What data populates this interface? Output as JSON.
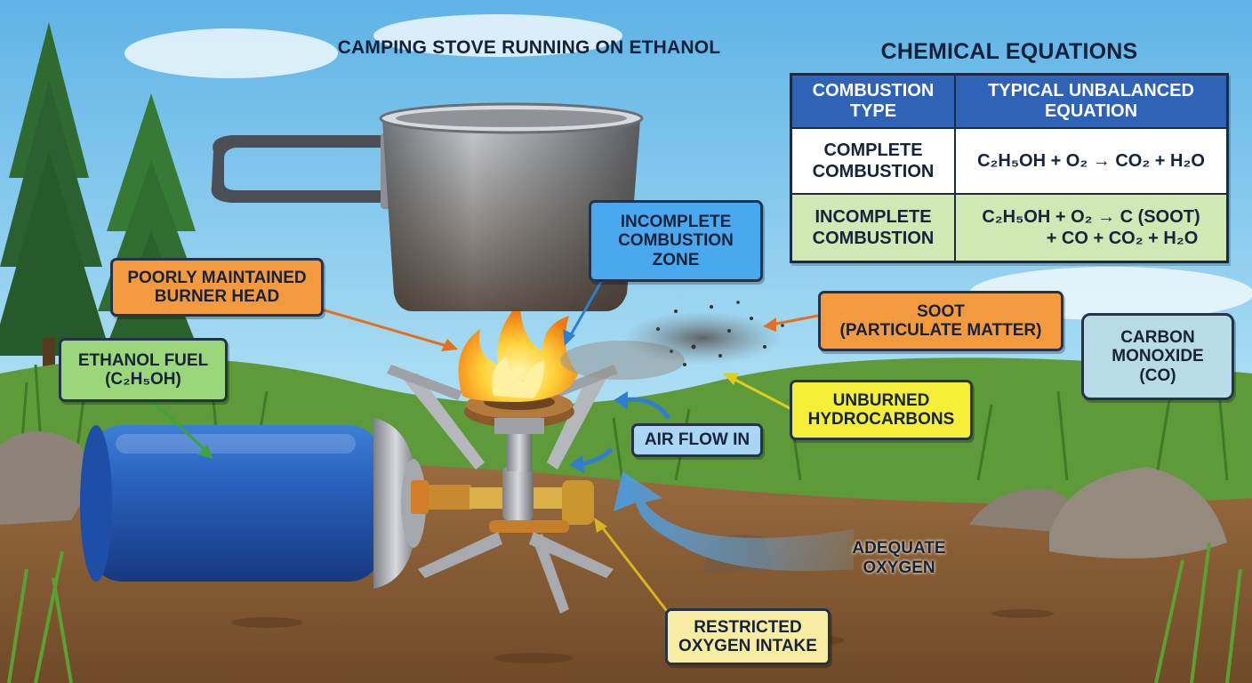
{
  "title": "CAMPING STOVE RUNNING ON ETHANOL",
  "equations_title": "CHEMICAL EQUATIONS",
  "table": {
    "headers": [
      "COMBUSTION TYPE",
      "TYPICAL UNBALANCED EQUATION"
    ],
    "rows": [
      {
        "type": [
          "COMPLETE",
          "COMBUSTION"
        ],
        "equation": [
          "C₂H₅OH + O₂ → CO₂ + H₂O"
        ]
      },
      {
        "type": [
          "INCOMPLETE",
          "COMBUSTION"
        ],
        "equation": [
          "C₂H₅OH + O₂ → C (SOOT)",
          "+ CO + CO₂ + H₂O"
        ]
      }
    ]
  },
  "labels": {
    "burner": [
      "POORLY MAINTAINED",
      "BURNER HEAD"
    ],
    "fuel": [
      "ETHANOL FUEL",
      "(C₂H₅OH)"
    ],
    "zone": [
      "INCOMPLETE",
      "COMBUSTION",
      "ZONE"
    ],
    "soot": [
      "SOOT",
      "(PARTICULATE MATTER)"
    ],
    "co": [
      "CARBON",
      "MONOXIDE",
      "(CO)"
    ],
    "hydrocarbons": [
      "UNBURNED",
      "HYDROCARBONS"
    ],
    "airflow": "AIR FLOW IN",
    "oxygen": [
      "ADEQUATE",
      "OXYGEN"
    ],
    "restricted": [
      "RESTRICTED",
      "OXYGEN INTAKE"
    ]
  },
  "colors": {
    "orange": "#f29a3d",
    "green": "#9bd77a",
    "blue": "#4aa8ef",
    "yellow": "#f6ef3a",
    "table_header": "#2e63b8",
    "table_green": "#cfe8b4"
  }
}
